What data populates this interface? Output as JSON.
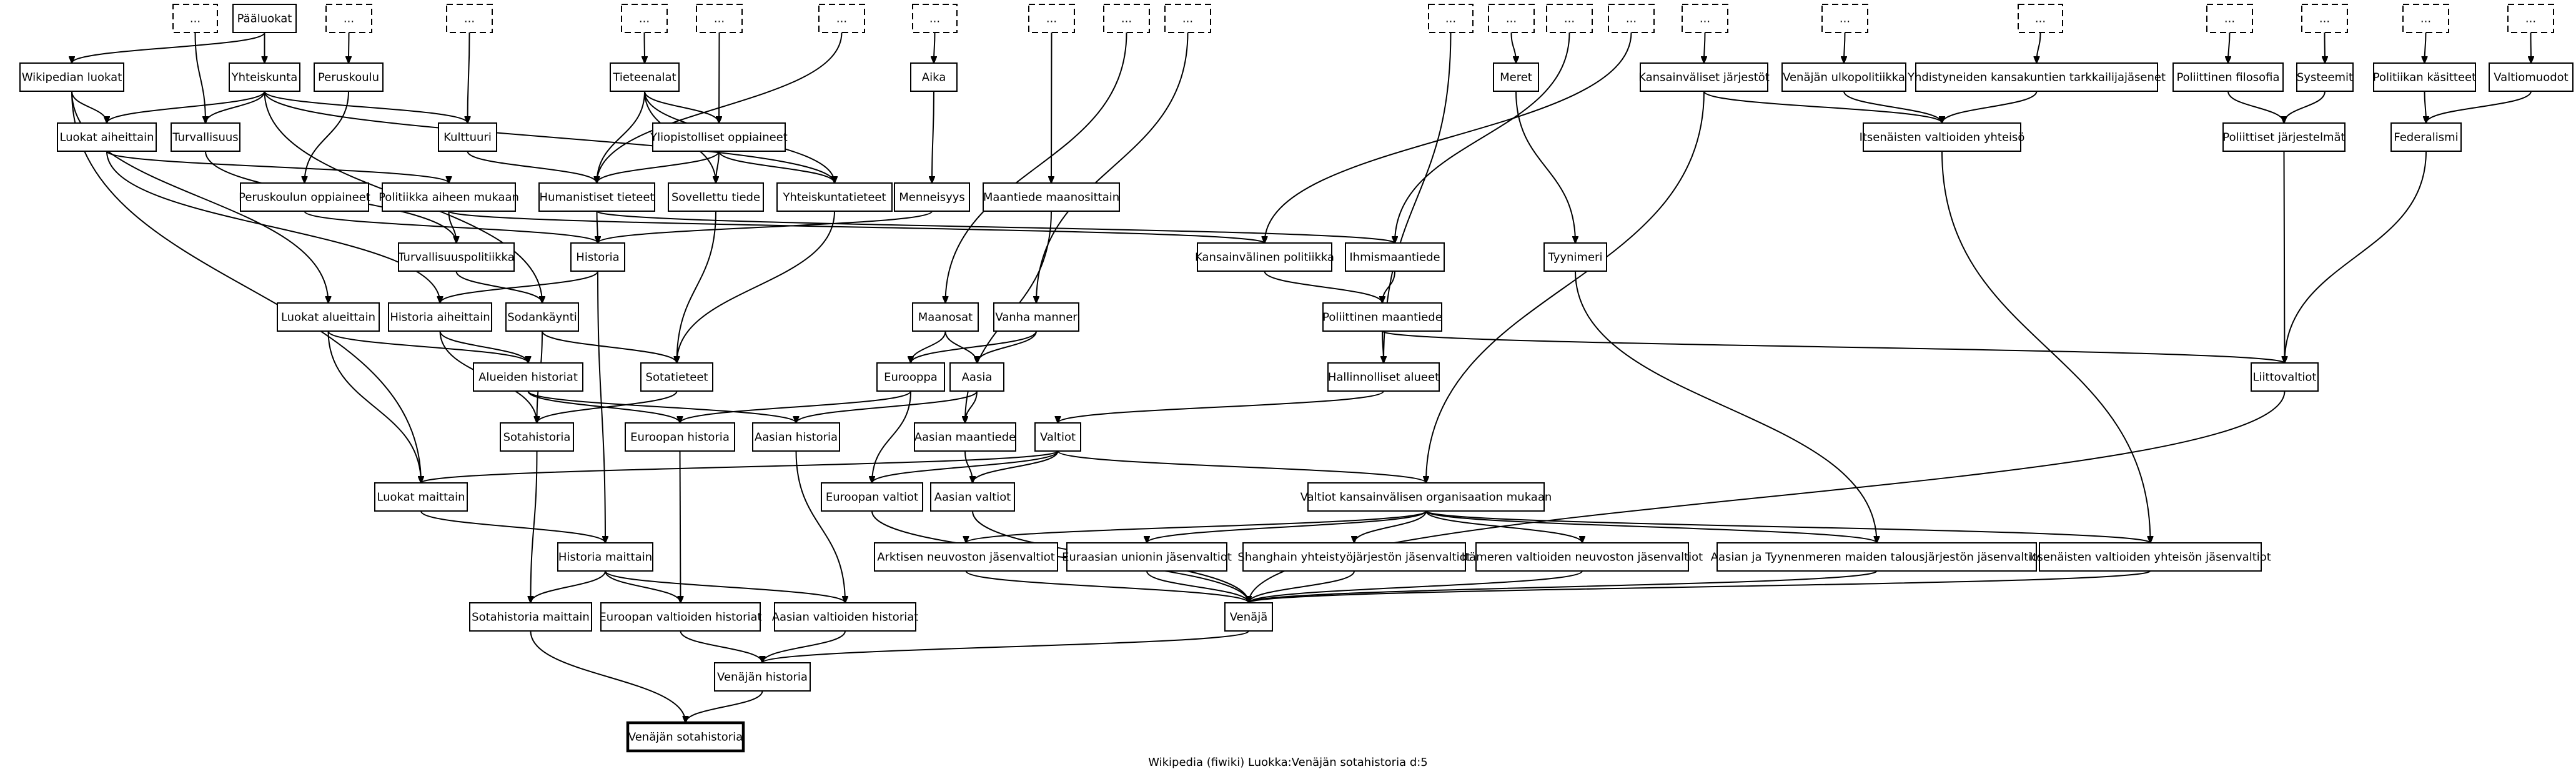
{
  "caption": "Wikipedia (fiwiki) Luokka:Venäjän sotahistoria d:5",
  "nodes": {
    "paaluokat": "Pääluokat",
    "d1": "...",
    "d2": "...",
    "d3": "...",
    "d4": "...",
    "d5": "...",
    "d6": "...",
    "d7": "...",
    "d8": "...",
    "d9": "...",
    "d10": "...",
    "d11": "...",
    "d12": "...",
    "d13": "...",
    "d14": "...",
    "d15": "...",
    "d16": "...",
    "d17": "...",
    "d18": "...",
    "d19": "...",
    "d20": "...",
    "wikipedian_luokat": "Wikipedian luokat",
    "yhteiskunta": "Yhteiskunta",
    "peruskoulu": "Peruskoulu",
    "tieteenalat": "Tieteenalat",
    "aika": "Aika",
    "meret": "Meret",
    "kansainvaliset_jarjestot": "Kansainväliset järjestöt",
    "venajan_ulkopolitiikka": "Venäjän ulkopolitiikka",
    "yk_jasenet": "Yhdistyneiden kansakuntien tarkkailijajäsenet",
    "poliittinen_filosofia": "Poliittinen filosofia",
    "systeemit": "Systeemit",
    "politiikan_kasitteet": "Politiikan käsitteet",
    "valtiomuodot": "Valtiomuodot",
    "luokat_aiheittain": "Luokat aiheittain",
    "turvallisuus": "Turvallisuus",
    "kulttuuri": "Kulttuuri",
    "yliopistolliset": "Yliopistolliset oppiaineet",
    "itsenaisten_yhteiso": "Itsenäisten valtioiden yhteisö",
    "poliittiset_jarjestelmat": "Poliittiset järjestelmät",
    "federalismi": "Federalismi",
    "peruskoulun_oppiaineet": "Peruskoulun oppiaineet",
    "politiikka_aiheen": "Politiikka aiheen mukaan",
    "humanistiset": "Humanistiset tieteet",
    "sovellettu": "Sovellettu tiede",
    "yhteiskuntatieteet": "Yhteiskuntatieteet",
    "menneisyys": "Menneisyys",
    "maantiede_maanosittain": "Maantiede maanosittain",
    "turvallisuuspolitiikka": "Turvallisuuspolitiikka",
    "historia": "Historia",
    "kansainvalinen_politiikka": "Kansainvälinen politiikka",
    "ihmismaantiede": "Ihmismaantiede",
    "tyynimeri": "Tyynimeri",
    "luokat_alueittain": "Luokat alueittain",
    "historia_aiheittain": "Historia aiheittain",
    "sodankaynti": "Sodankäynti",
    "maanosat": "Maanosat",
    "vanha_manner": "Vanha manner",
    "poliittinen_maantiede": "Poliittinen maantiede",
    "alueiden_historiat": "Alueiden historiat",
    "sotatieteet": "Sotatieteet",
    "eurooppa": "Eurooppa",
    "aasia": "Aasia",
    "hallinnolliset_alueet": "Hallinnolliset alueet",
    "liittovaltiot": "Liittovaltiot",
    "sotahistoria": "Sotahistoria",
    "euroopan_historia": "Euroopan historia",
    "aasian_historia": "Aasian historia",
    "aasian_maantiede": "Aasian maantiede",
    "valtiot": "Valtiot",
    "luokat_maittain": "Luokat maittain",
    "euroopan_valtiot": "Euroopan valtiot",
    "aasian_valtiot": "Aasian valtiot",
    "valtiot_kansainvalisen": "Valtiot kansainvälisen organisaation mukaan",
    "historia_maittain": "Historia maittain",
    "arktisen": "Arktisen neuvoston jäsenvaltiot",
    "euraasian": "Euraasian unionin jäsenvaltiot",
    "shanghain": "Shanghain yhteistyöjärjestön jäsenvaltiot",
    "itameren": "Itämeren valtioiden neuvoston jäsenvaltiot",
    "aasian_tyynenmeren": "Aasian ja Tyynenmeren maiden talousjärjestön jäsenvaltiot",
    "itsenaisten_jasenet": "Itsenäisten valtioiden yhteisön jäsenvaltiot",
    "sotahistoria_maittain": "Sotahistoria maittain",
    "euroopan_valtioiden_historiat": "Euroopan valtioiden historiat",
    "aasian_valtioiden_historiat": "Aasian valtioiden historiat",
    "venaja": "Venäjä",
    "venajan_historia": "Venäjän historia",
    "venajan_sotahistoria": "Venäjän sotahistoria"
  }
}
